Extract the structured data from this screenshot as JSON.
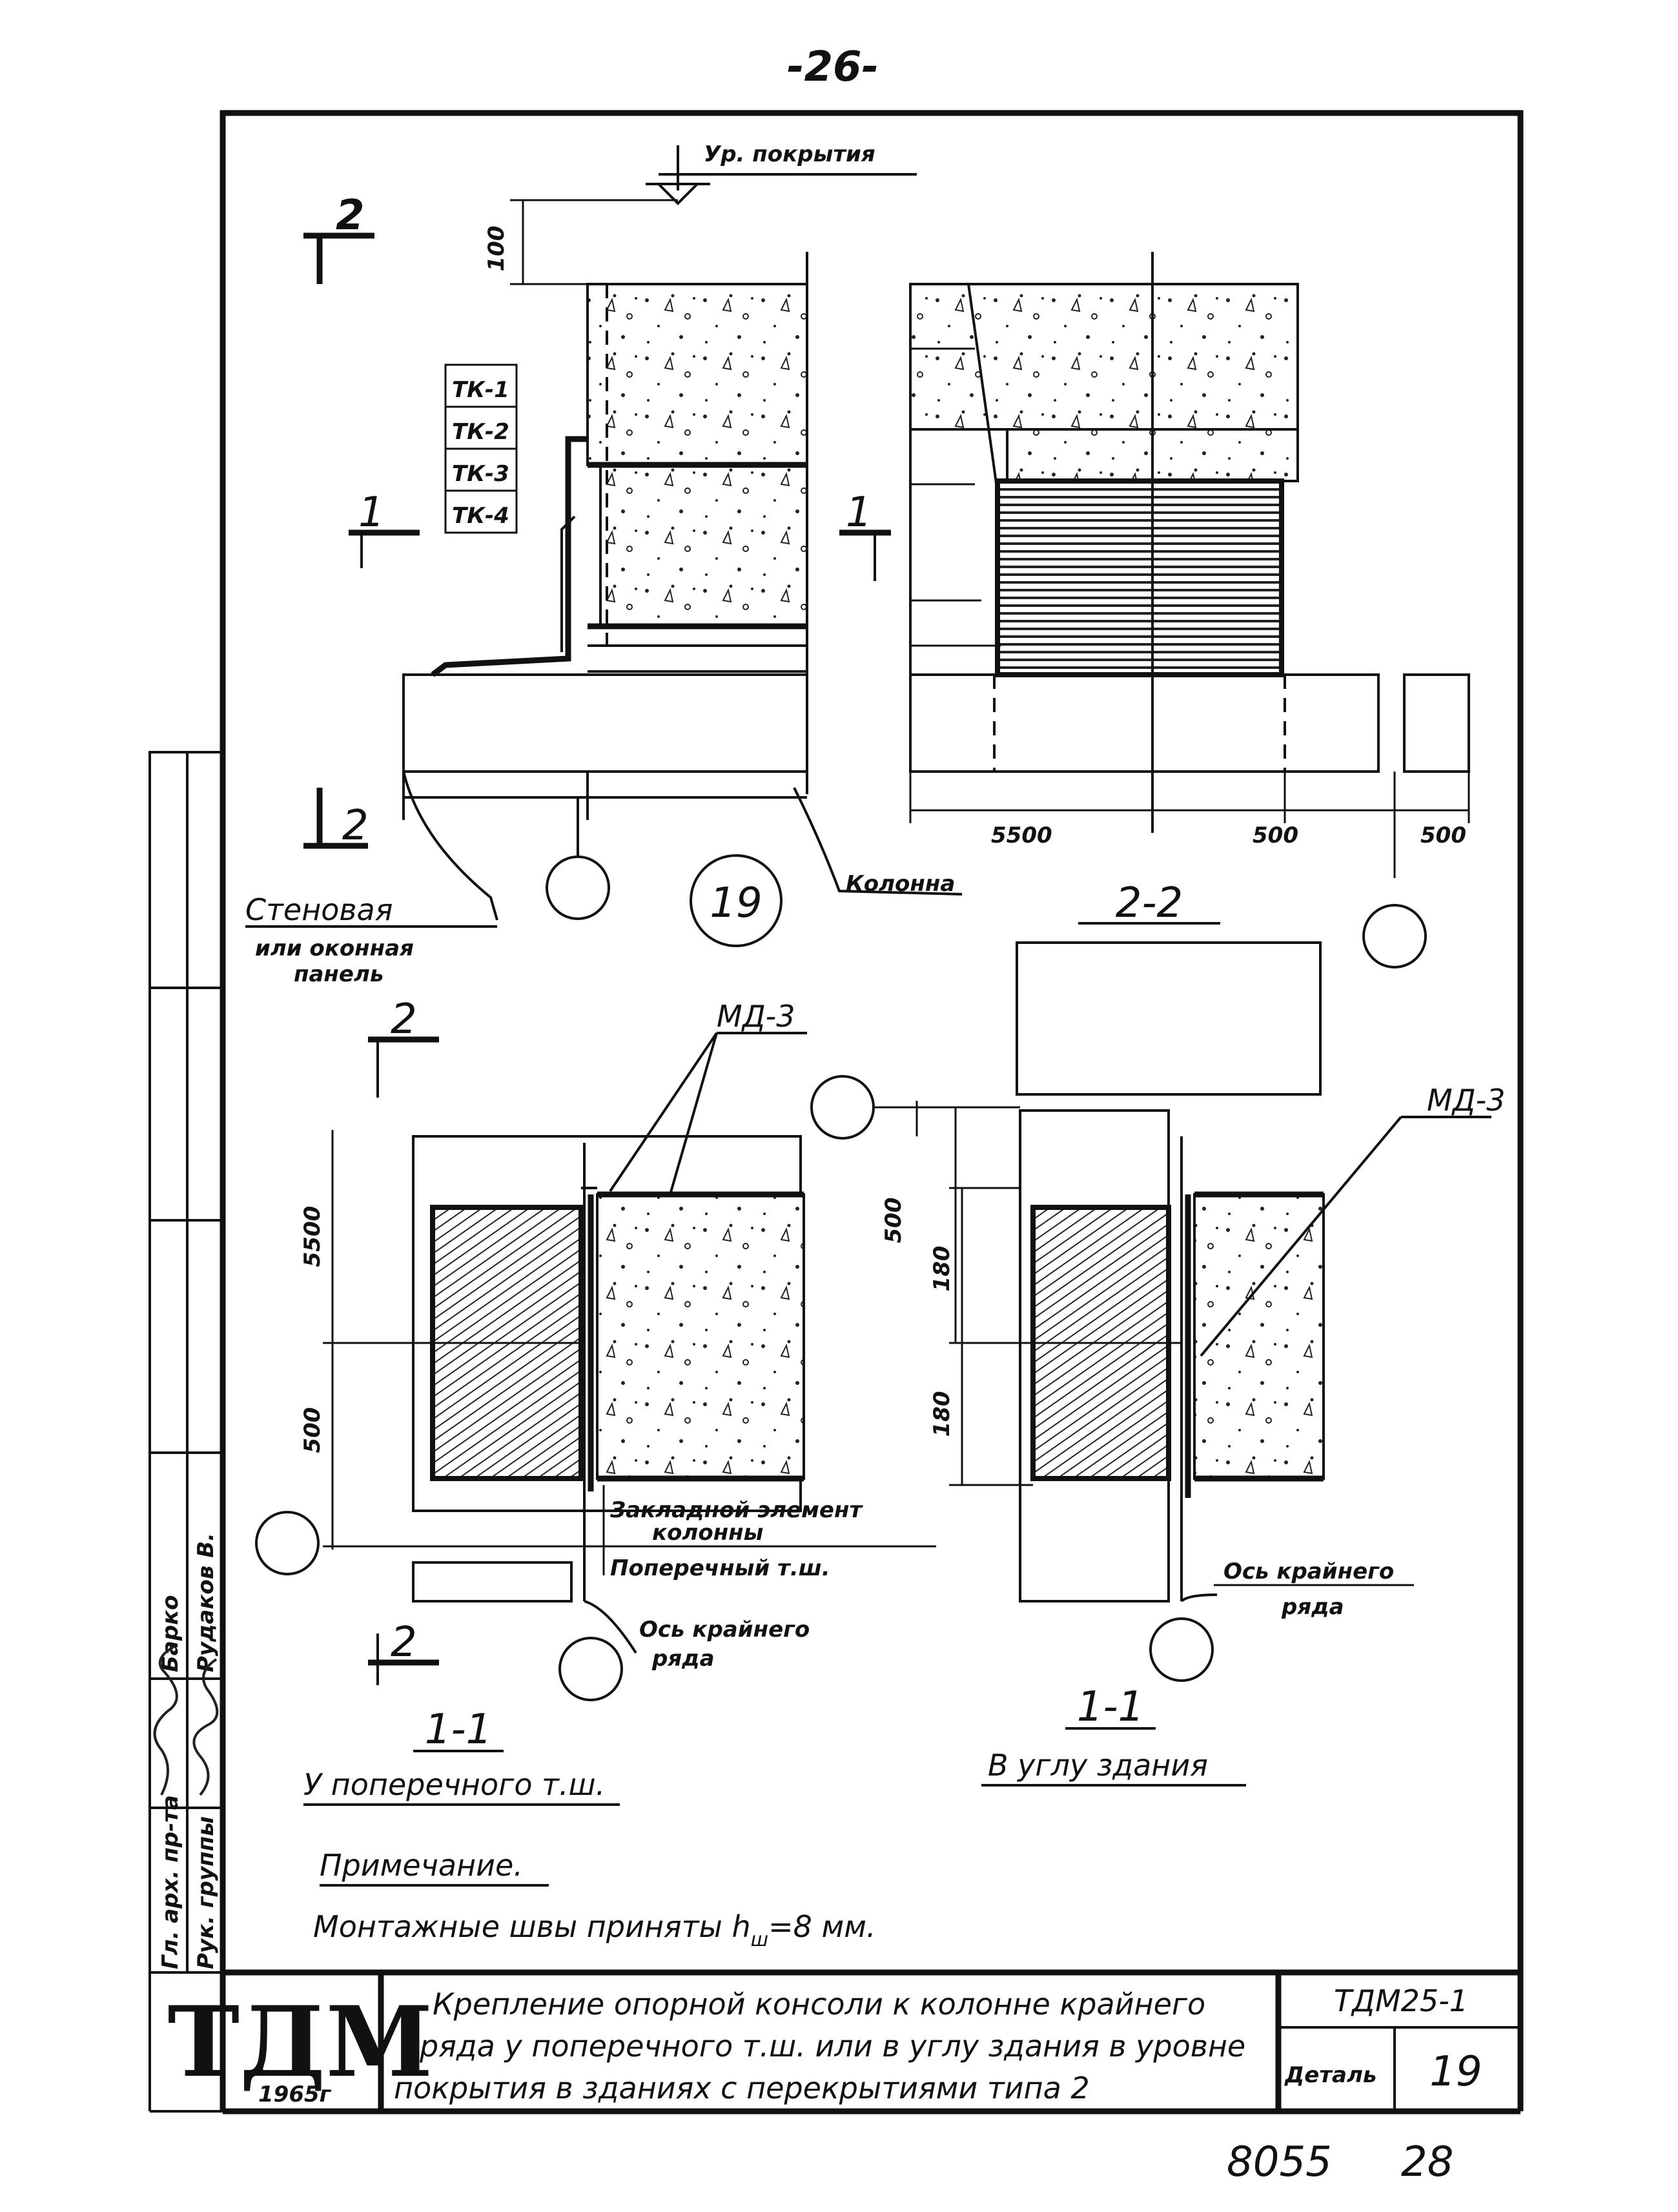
{
  "header": {
    "page_number": "-26-"
  },
  "elevation": {
    "level_label": "Ур. покрытия",
    "dim_100": "100",
    "section_mark_2": "2",
    "section_mark_1": "1",
    "truss_labels": [
      "ТК-1",
      "ТК-2",
      "ТК-3",
      "ТК-4"
    ],
    "detail_number": "19",
    "wall_panel_label_1": "Стеновая",
    "wall_panel_label_2": "или оконная",
    "wall_panel_label_3": "панель",
    "column_label": "Колонна"
  },
  "section_2_2": {
    "title": "2-2",
    "dim_5500": "5500",
    "dim_500_a": "500",
    "dim_500_b": "500"
  },
  "plan_left": {
    "section_mark_2": "2",
    "md_label": "МД-3",
    "dim_5500": "5500",
    "dim_500": "500",
    "embedded_1": "Закладной элемент",
    "embedded_2": "колонны",
    "transverse_joint": "Поперечный т.ш.",
    "axis_label_1": "Ось крайнего",
    "axis_label_2": "ряда",
    "title": "1-1",
    "subtitle": "У поперечного т.ш."
  },
  "plan_right": {
    "md_label": "МД-3",
    "dim_500": "500",
    "dim_180_a": "180",
    "dim_180_b": "180",
    "axis_label_1": "Ось крайнего",
    "axis_label_2": "ряда",
    "title": "1-1",
    "subtitle": "В углу здания"
  },
  "note": {
    "heading": "Примечание.",
    "text_main": "Монтажные швы приняты  h",
    "text_sub": "ш",
    "text_tail": "=8 мм."
  },
  "side_stamp": {
    "roles": [
      "Гл. арх. пр-та",
      "Рук. группы"
    ],
    "names": [
      "Барко",
      "Рудаков В."
    ]
  },
  "title_block": {
    "logo": "ТДМ",
    "year": "1965г",
    "description": [
      "Крепление опорной консоли к колонне крайнего",
      "ряда у поперечного т.ш. или в углу здания в уровне",
      "покрытия в зданиях с перекрытиями типа 2"
    ],
    "series_code": "ТДМ25-1",
    "detail_label": "Деталь",
    "detail_number": "19"
  },
  "footer": {
    "archive_number": "8055",
    "sheet_number": "28"
  }
}
